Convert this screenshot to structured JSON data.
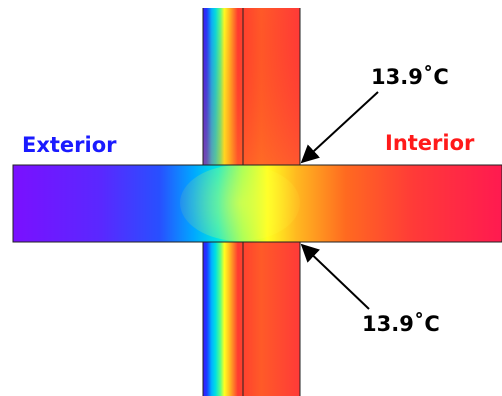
{
  "labels": {
    "exterior": "Exterior",
    "interior": "Interior"
  },
  "annotations": {
    "top": "13.9˚C",
    "bottom": "13.9˚C"
  },
  "colors": {
    "exterior_label": "#1a1aff",
    "interior_label": "#ff1a1a",
    "annotation_text": "#000000",
    "outline": "#222222"
  },
  "thermal_scale": [
    "#6a00ff",
    "#1a3cff",
    "#00c8ff",
    "#80ff80",
    "#ffff00",
    "#ff9a1a",
    "#ff4020",
    "#ff1a4a"
  ]
}
